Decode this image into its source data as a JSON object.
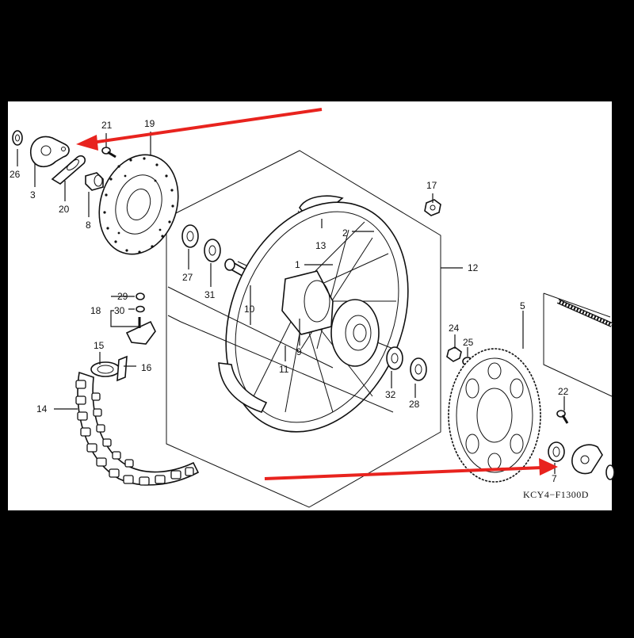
{
  "diagram": {
    "catalog_code": "KCY4−F1300D",
    "colors": {
      "background": "#000000",
      "paper": "#ffffff",
      "ink": "#111111",
      "arrow": "#e8231e"
    },
    "callouts": [
      {
        "id": "c1",
        "text": "1"
      },
      {
        "id": "c2",
        "text": "2"
      },
      {
        "id": "c3",
        "text": "3"
      },
      {
        "id": "c5",
        "text": "5"
      },
      {
        "id": "c7",
        "text": "7"
      },
      {
        "id": "c8",
        "text": "8"
      },
      {
        "id": "c9",
        "text": "9"
      },
      {
        "id": "c10",
        "text": "10"
      },
      {
        "id": "c11",
        "text": "11"
      },
      {
        "id": "c12",
        "text": "12"
      },
      {
        "id": "c13",
        "text": "13"
      },
      {
        "id": "c14",
        "text": "14"
      },
      {
        "id": "c15",
        "text": "15"
      },
      {
        "id": "c16",
        "text": "16"
      },
      {
        "id": "c17",
        "text": "17"
      },
      {
        "id": "c18",
        "text": "18"
      },
      {
        "id": "c19",
        "text": "19"
      },
      {
        "id": "c20",
        "text": "20"
      },
      {
        "id": "c21",
        "text": "21"
      },
      {
        "id": "c22",
        "text": "22"
      },
      {
        "id": "c24",
        "text": "24"
      },
      {
        "id": "c25",
        "text": "25"
      },
      {
        "id": "c26",
        "text": "26"
      },
      {
        "id": "c27",
        "text": "27"
      },
      {
        "id": "c28",
        "text": "28"
      },
      {
        "id": "c29",
        "text": "29"
      },
      {
        "id": "c30",
        "text": "30"
      },
      {
        "id": "c31",
        "text": "31"
      },
      {
        "id": "c32",
        "text": "32"
      }
    ]
  }
}
